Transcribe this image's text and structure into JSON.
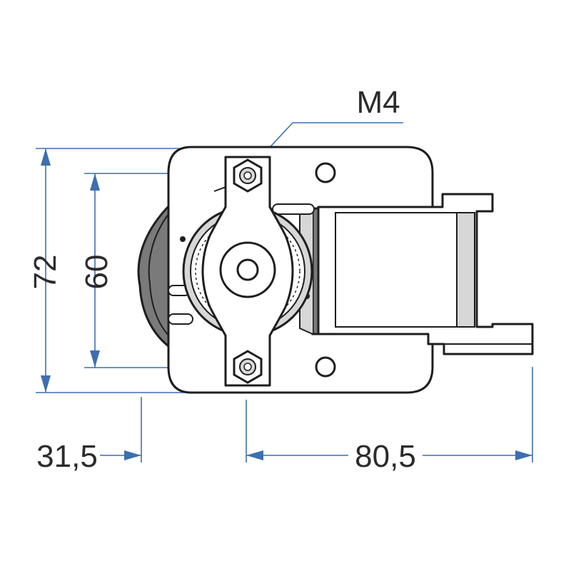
{
  "labels": {
    "thread": "M4",
    "height_overall": "72",
    "height_mounting": "60",
    "offset_left": "31,5",
    "length_overall": "80,5"
  },
  "colors": {
    "dimension_line": "#3d6fb0",
    "outline": "#1e1e1e",
    "shade_dark": "#7a7a7a",
    "shade_light": "#d7d7d7",
    "text": "#2b2b2b"
  }
}
